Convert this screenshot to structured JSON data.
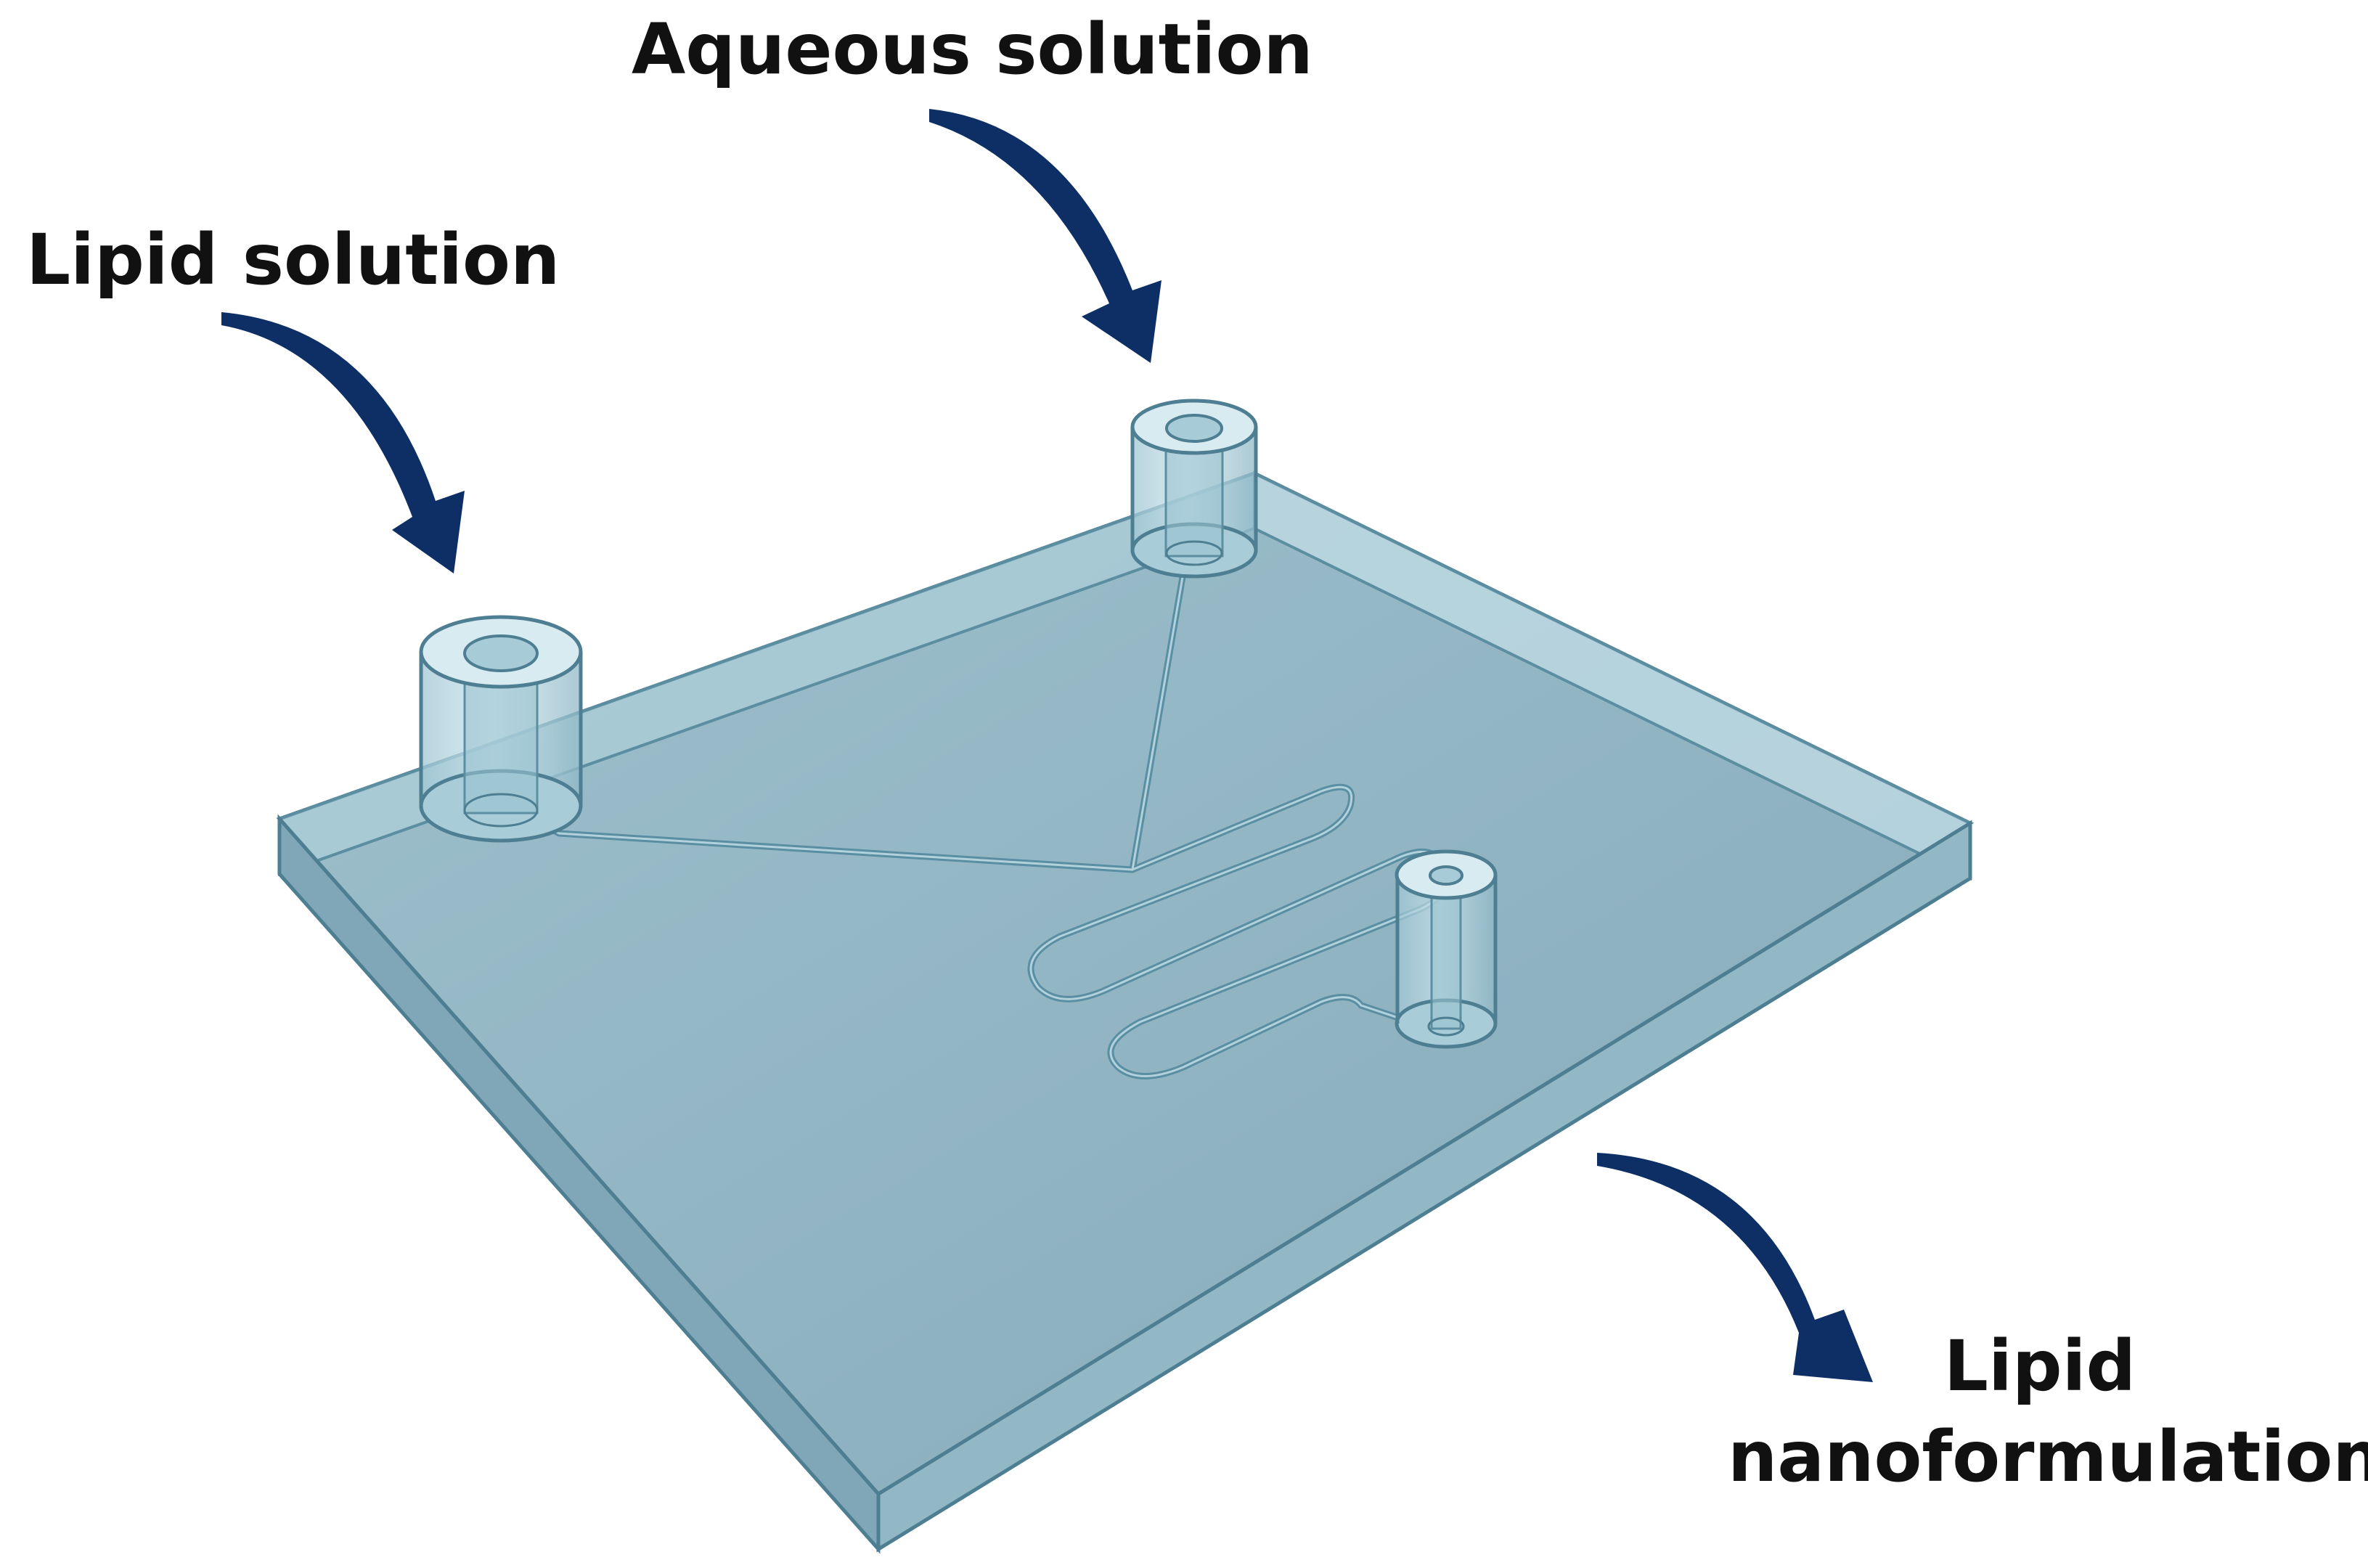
{
  "labels": {
    "aqueous_solution": "Aqueous solution",
    "lipid_solution": "Lipid solution",
    "output_line1": "Lipid",
    "output_line2": "nanoformulation"
  },
  "colors": {
    "chip_top": "#8fb3c0",
    "chip_side": "#b9dbe4",
    "chip_front": "#7fa7b7",
    "chip_edge": "#4e7e92",
    "channel": "#5a8ea3",
    "arrow": "#0d2f66"
  }
}
